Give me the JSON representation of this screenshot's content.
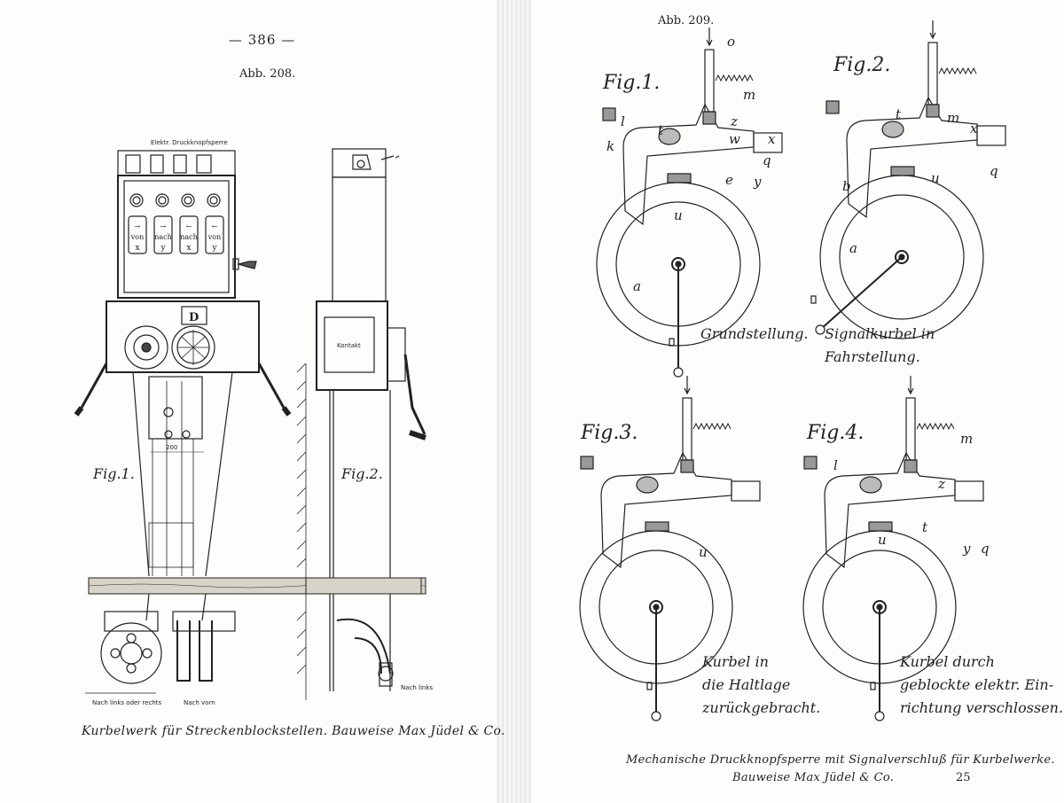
{
  "left_page": {
    "page_number": "— 386 —",
    "figure_title": "Abb. 208.",
    "panel_label": "Elektr. Druckknopfsperre",
    "plates": [
      {
        "arrow": "→",
        "line1": "von",
        "line2": "x"
      },
      {
        "arrow": "→",
        "line1": "nach",
        "line2": "y"
      },
      {
        "arrow": "←",
        "line1": "nach",
        "line2": "x"
      },
      {
        "arrow": "←",
        "line1": "von",
        "line2": "y"
      }
    ],
    "plate_letter": "D",
    "dimension": "200",
    "contact_label": "Kontakt",
    "fig1_label": "Fig.1.",
    "fig2_label": "Fig.2.",
    "bottom_labels": [
      "Nach links oder rechts",
      "Nach vorn",
      "Nach links"
    ],
    "caption": "Kurbelwerk für Streckenblockstellen. Bauweise Max Jüdel & Co."
  },
  "right_page": {
    "figure_title": "Abb. 209.",
    "figures": [
      {
        "title": "Fig.1.",
        "caption": [
          "Grundstellung."
        ],
        "labels": [
          "o",
          "m",
          "l",
          "k",
          "t",
          "z",
          "w",
          "x",
          "q",
          "y",
          "e",
          "u",
          "a"
        ]
      },
      {
        "title": "Fig.2.",
        "caption": [
          "Signalkurbel in",
          "Fahrstellung."
        ],
        "labels": [
          "t",
          "m",
          "x",
          "q",
          "u",
          "b",
          "a"
        ]
      },
      {
        "title": "Fig.3.",
        "caption": [
          "Kurbel in",
          "die Haltlage",
          "zurückgebracht."
        ],
        "labels": [
          "u"
        ]
      },
      {
        "title": "Fig.4.",
        "caption": [
          "Kurbel durch",
          "geblockte elektr. Ein-",
          "richtung verschlossen."
        ],
        "labels": [
          "m",
          "l",
          "z",
          "t",
          "y",
          "q",
          "u"
        ]
      }
    ],
    "caption_line1": "Mechanische Druckknopfsperre mit Signalverschluß für Kurbelwerke.",
    "caption_line2": "Bauweise Max Jüdel & Co.",
    "page_number": "25"
  }
}
